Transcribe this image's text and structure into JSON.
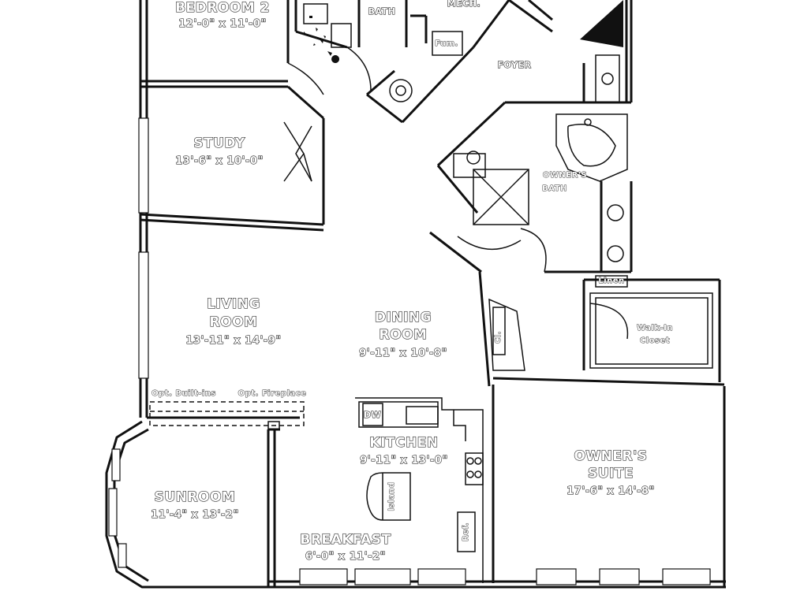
{
  "plan": {
    "rooms": {
      "bedroom2": {
        "name": "BEDROOM 2",
        "dim": "12'-0\" x 11'-0\""
      },
      "bath": {
        "name": "BATH"
      },
      "mech": {
        "name": "MECH."
      },
      "fum": {
        "name": "Fum."
      },
      "foyer": {
        "name": "FOYER"
      },
      "study": {
        "name": "STUDY",
        "dim": "13'-6\" x 10'-0\""
      },
      "owners_bath": {
        "name_line1": "OWNER'S",
        "name_line2": "BATH"
      },
      "linen": {
        "name": "Linen"
      },
      "walkin": {
        "name_line1": "Walk-In",
        "name_line2": "Closet"
      },
      "living": {
        "name_line1": "LIVING",
        "name_line2": "ROOM",
        "dim": "13'-11\" x 14'-9\""
      },
      "dining": {
        "name_line1": "DINING",
        "name_line2": "ROOM",
        "dim": "9'-11\" x 10'-8\""
      },
      "cl": {
        "name": "Cl."
      },
      "kitchen": {
        "name": "KITCHEN",
        "dim": "9'-11\" x 13'-0\"",
        "dw": "DW",
        "island": "Island",
        "ref": "Ref."
      },
      "owners_suite": {
        "name_line1": "OWNER'S",
        "name_line2": "SUITE",
        "dim": "17'-6\" x 14'-8\""
      },
      "sunroom": {
        "name": "SUNROOM",
        "dim": "11'-4\" x 13'-2\""
      },
      "breakfast": {
        "name": "BREAKFAST",
        "dim": "6'-0\" x 11'-2\""
      }
    },
    "options": {
      "builtins": "Opt. Built-ins",
      "fireplace": "Opt. Fireplace"
    }
  }
}
